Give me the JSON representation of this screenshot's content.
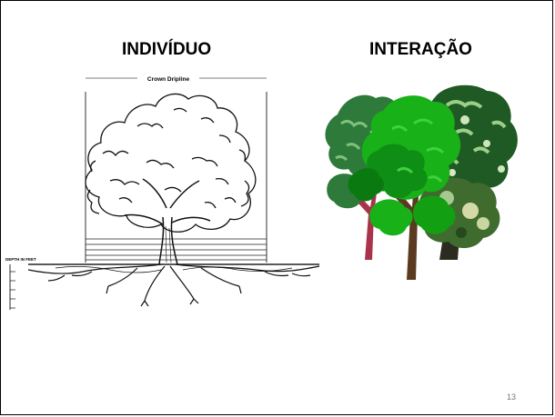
{
  "slide": {
    "title_left": "INDIVÍDUO",
    "title_right": "INTERAÇÃO",
    "page_number": "13"
  },
  "figure_individual": {
    "label_crown": "Crown Dripline",
    "label_depth": "DEPTH IN FEET"
  }
}
